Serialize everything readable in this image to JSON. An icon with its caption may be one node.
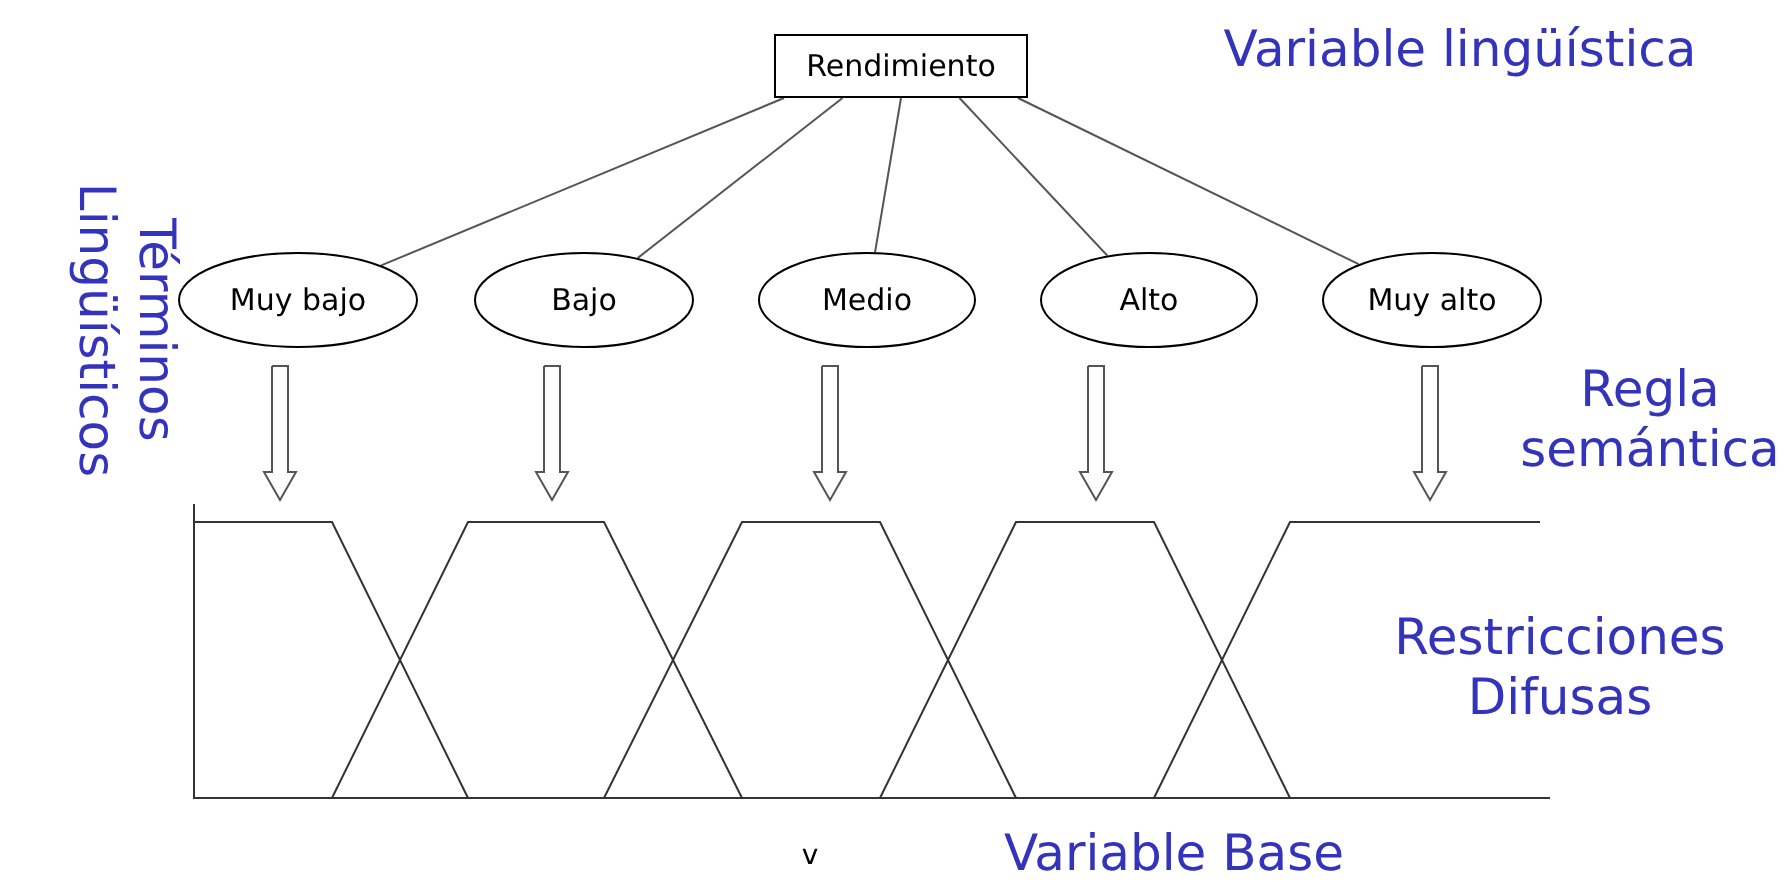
{
  "diagram": {
    "nodes": [
      {
        "text": [
          "Rendimiento"
        ]
      },
      {
        "text": [
          "Muy bajo"
        ]
      },
      {
        "text": [
          "Bajo"
        ]
      },
      {
        "text": [
          "Medio"
        ]
      },
      {
        "text": [
          "Alto"
        ]
      },
      {
        "text": [
          "Muy alto"
        ]
      }
    ],
    "edges": [
      {
        "from": 0,
        "to": 1,
        "arrow": "none"
      },
      {
        "from": 0,
        "to": 2,
        "arrow": "none"
      },
      {
        "from": 0,
        "to": 3,
        "arrow": "none"
      },
      {
        "from": 0,
        "to": 4,
        "arrow": "none"
      },
      {
        "from": 0,
        "to": 5,
        "arrow": "none"
      },
      {
        "from": 1,
        "to": null,
        "arrow": "to"
      },
      {
        "from": 2,
        "to": null,
        "arrow": "to"
      },
      {
        "from": 3,
        "to": null,
        "arrow": "to"
      },
      {
        "from": 4,
        "to": null,
        "arrow": "to"
      },
      {
        "from": 5,
        "to": null,
        "arrow": "to"
      }
    ],
    "labels": [
      "Variable lingüística",
      "Términos Lingüísticos",
      "Regla semántica",
      "Restricciones Difusas",
      "v",
      "Variable Base"
    ]
  }
}
